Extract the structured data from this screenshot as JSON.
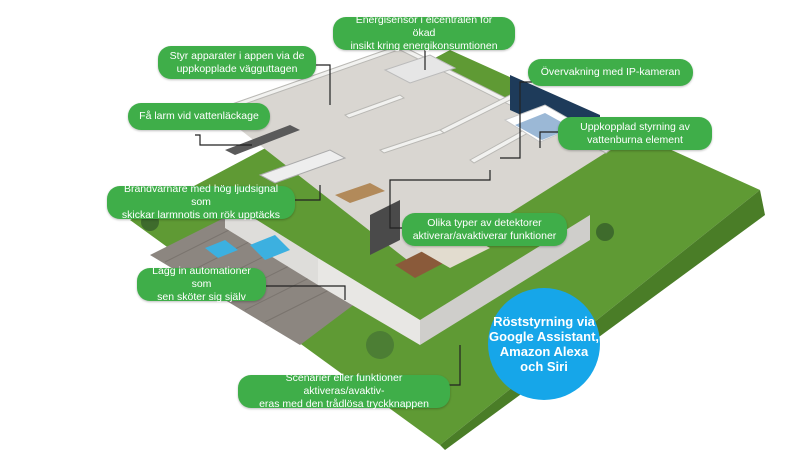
{
  "callouts": {
    "energy_sensor": [
      "Energisensor i elcentralen för ökad",
      "insikt kring energikonsumtionen"
    ],
    "app_control": [
      "Styr apparater i appen via de",
      "uppkopplade vägguttagen"
    ],
    "ip_camera": [
      "Övervakning med IP-kameran"
    ],
    "water_leak": [
      "Få larm vid vattenläckage"
    ],
    "water_heating": [
      "Uppkopplad styrning av",
      "vattenburna element"
    ],
    "smoke_alarm": [
      "Brandvarnare med hög ljudsignal som",
      "skickar larmnotis om rök upptäcks"
    ],
    "detectors": [
      "Olika typer av detektorer",
      "aktiverar/avaktiverar funktioner"
    ],
    "automations": [
      "Lägg in automationer som",
      "sen sköter sig själv"
    ],
    "scenarios": [
      "Scenarier eller funktioner aktiveras/avaktiv-",
      "eras med den trådlösa tryckknappen"
    ]
  },
  "voice": [
    "Röststyrning via",
    "Google Assistant,",
    "Amazon Alexa",
    "och Siri"
  ],
  "colors": {
    "callout_green": "#3fae49",
    "voice_blue": "#16a6e9",
    "lawn_green": "#5f9a34",
    "deck_gray": "#8c8680",
    "floor_light": "#d9d6d1",
    "wall_white": "#f2f2f0",
    "bedroom_blue": "#1e3b5a"
  }
}
